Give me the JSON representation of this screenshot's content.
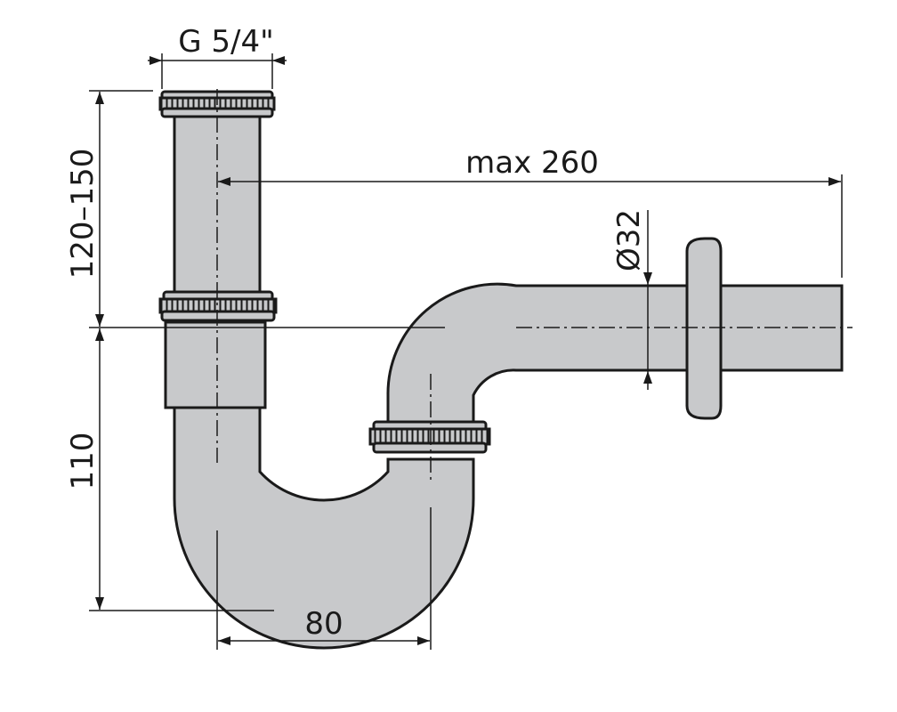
{
  "dimensions": {
    "thread": "G 5/4\"",
    "max_length": "max 260",
    "diameter": "Ø32",
    "height_range": "120–150",
    "lower_height": "110",
    "offset": "80"
  },
  "colors": {
    "pipe_fill": "#c8c9cb",
    "outline": "#1a1a1a",
    "background": "#ffffff"
  }
}
